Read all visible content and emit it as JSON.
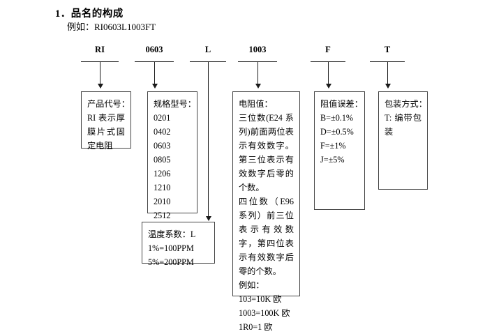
{
  "document": {
    "heading": "1．品名的构成",
    "example": "例如：RI0603L1003FT"
  },
  "part_code_segments": [
    {
      "label": "RI",
      "name": "product-code"
    },
    {
      "label": "0603",
      "name": "size-code"
    },
    {
      "label": "L",
      "name": "temp-coefficient-code"
    },
    {
      "label": "1003",
      "name": "resistance-code"
    },
    {
      "label": "F",
      "name": "tolerance-code"
    },
    {
      "label": "T",
      "name": "packaging-code"
    }
  ],
  "boxes": {
    "product": {
      "title": "产品代号：",
      "lines": [
        "RI 表示厚",
        "膜片式固",
        "定电阻"
      ]
    },
    "size": {
      "title": "规格型号：",
      "values": [
        "0201",
        "0402",
        "0603",
        "0805",
        "1206",
        "1210",
        "2010",
        "2512"
      ]
    },
    "temperature": {
      "title": "温度系数：L",
      "lines": [
        "1%=100PPM",
        "5%=200PPM"
      ]
    },
    "resistance": {
      "title": "电阻值：",
      "paragraph1": "三位数(E24 系列)前面两位表示有效数字。第三位表示有效数字后零的个数。",
      "paragraph2": "四位数（E96 系列）前三位表示有效数字，第四位表示有效数字后零的个数。",
      "example_label": "例如：",
      "examples": [
        "103=10K 欧",
        "1003=100K 欧",
        "1R0=1 欧"
      ]
    },
    "tolerance": {
      "title": "阻值误差：",
      "values": [
        "B=±0.1%",
        "D=±0.5%",
        "F=±1%",
        "J=±5%"
      ]
    },
    "packaging": {
      "title": "包装方式：",
      "lines": [
        "T: 编带包",
        "装"
      ]
    }
  },
  "colors": {
    "text": "#000000",
    "border": "#444444",
    "line": "#1a1a1a",
    "background": "#ffffff"
  }
}
